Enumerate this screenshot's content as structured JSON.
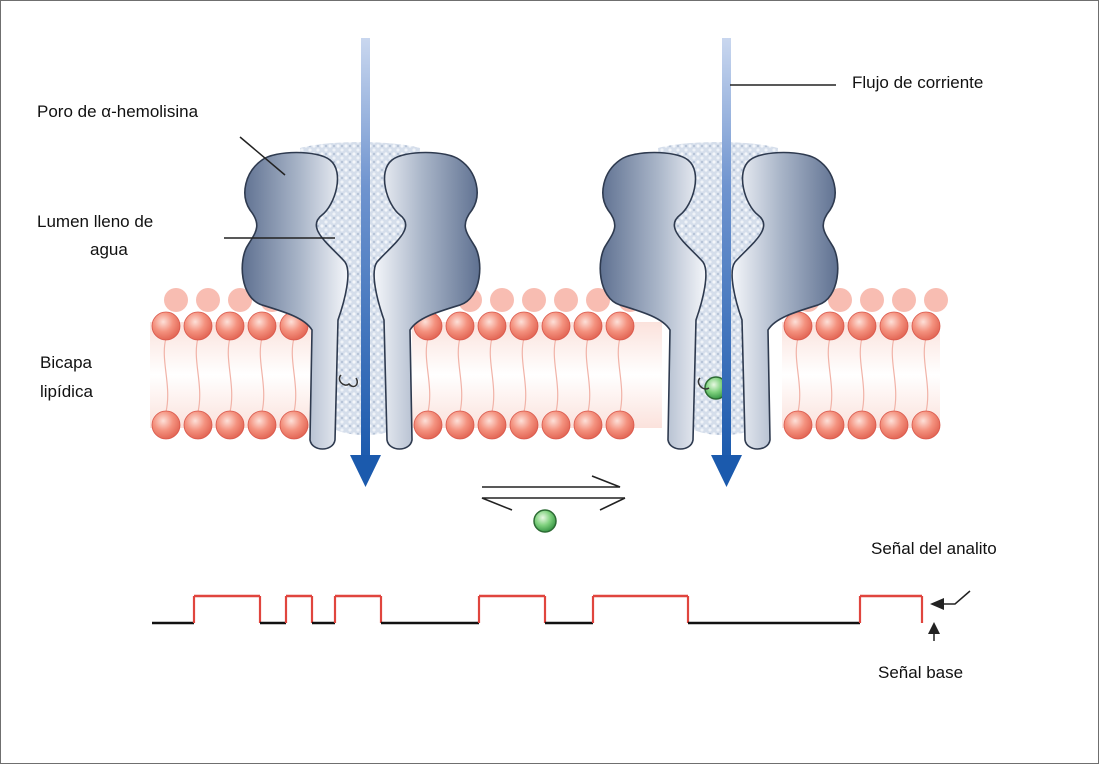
{
  "labels": {
    "pore": "Poro de α-hemolisina",
    "lumen_line1": "Lumen lleno de",
    "lumen_line2": "agua",
    "bilayer_line1": "Bicapa",
    "bilayer_line2": "lipídica",
    "current": "Flujo de corriente",
    "analyte_signal": "Señal del analito",
    "base_signal": "Señal base"
  },
  "colors": {
    "lipid_head": "#f07f73",
    "lipid_head_light": "#f9c3b8",
    "pore_protein": "#8394ae",
    "pore_protein_light": "#eef2f8",
    "arrow_blue": "#1f5fb0",
    "analyte_green": "#5ec46a",
    "trace_red": "#e0453e",
    "trace_black": "#111111"
  },
  "trace": {
    "levels": [
      "base",
      "analyte"
    ],
    "sequence": [
      "base",
      "analyte",
      "base",
      "analyte",
      "base",
      "analyte",
      "base",
      "analyte",
      "base",
      "analyte",
      "base",
      "analyte"
    ]
  }
}
